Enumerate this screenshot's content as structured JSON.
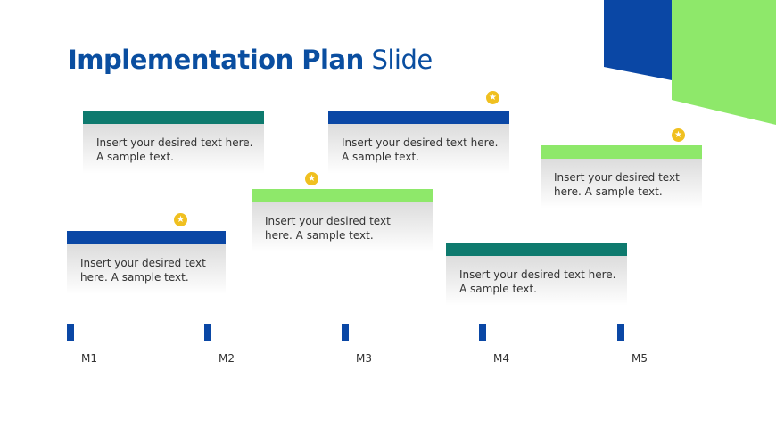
{
  "title": {
    "bold": "Implementation Plan",
    "light": "Slide"
  },
  "colors": {
    "blue": "#0a47a5",
    "teal": "#0e7a6e",
    "green": "#8ee86a",
    "star": "#f0c020"
  },
  "cards": [
    {
      "line1": "Insert your desired text here.",
      "line2": "A sample text.",
      "color": "teal",
      "star": false
    },
    {
      "line1": "Insert your desired text here.",
      "line2": "A sample text.",
      "color": "blue",
      "star": true
    },
    {
      "line1": "Insert your desired text",
      "line2": "here. A sample text.",
      "color": "green",
      "star": true
    },
    {
      "line1": "Insert your desired text",
      "line2": "here. A sample text.",
      "color": "green",
      "star": true
    },
    {
      "line1": "Insert your desired text",
      "line2": "here. A sample text.",
      "color": "blue",
      "star": true
    },
    {
      "line1": "Insert your desired text here.",
      "line2": "A sample text.",
      "color": "teal",
      "star": false
    }
  ],
  "milestones": [
    "M1",
    "M2",
    "M3",
    "M4",
    "M5"
  ],
  "star_icon": "★"
}
